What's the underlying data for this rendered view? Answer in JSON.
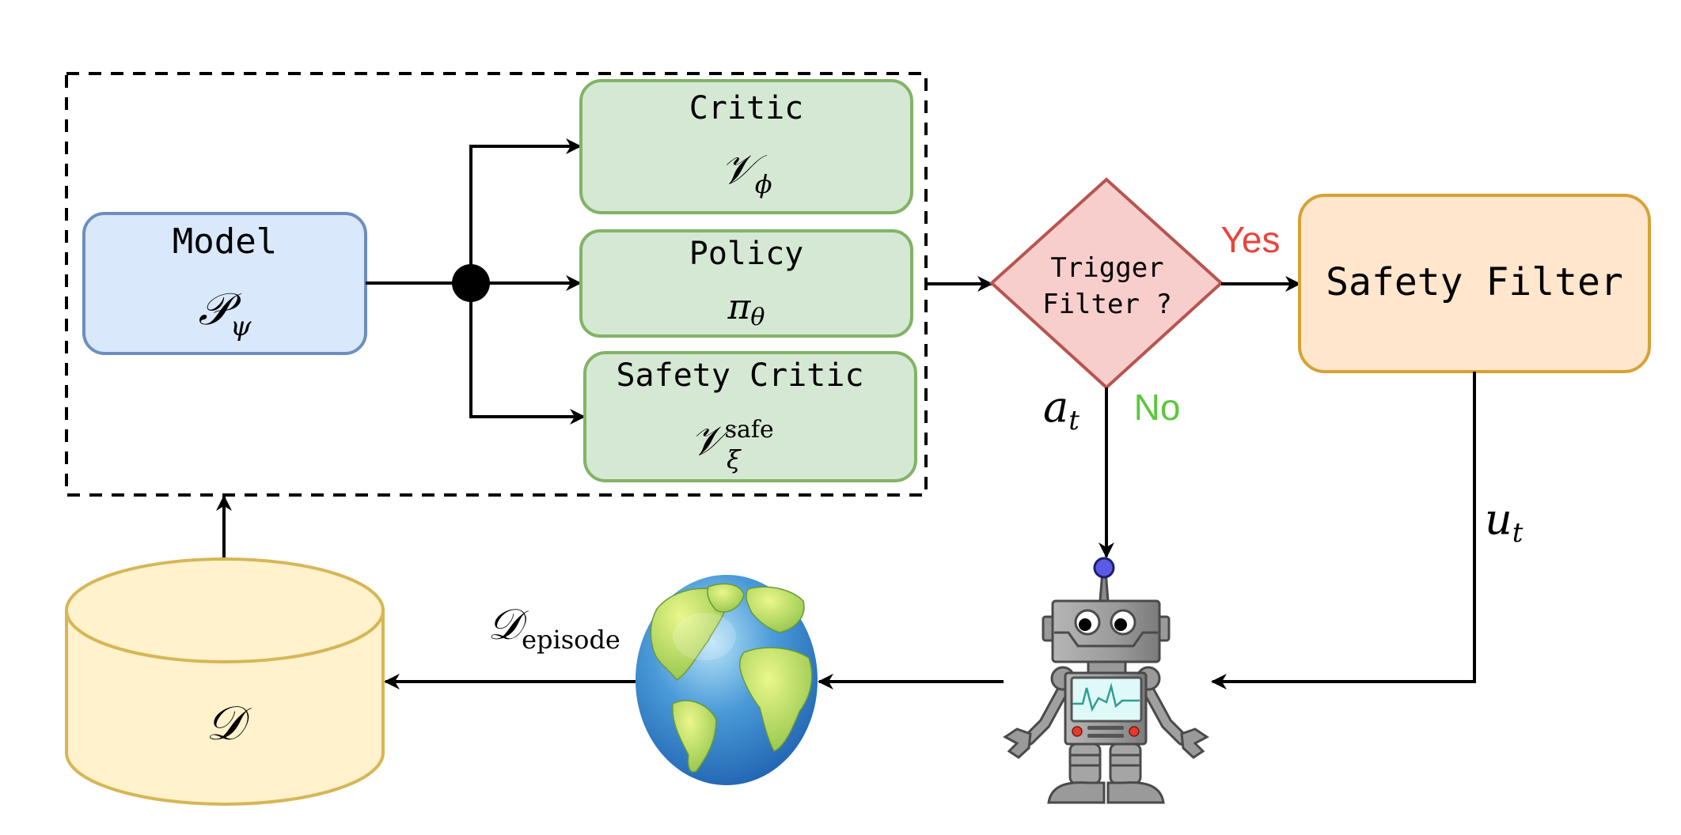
{
  "colors": {
    "model_fill": "#dae8fc",
    "model_stroke": "#6c8ebf",
    "green_fill": "#d5e8d4",
    "green_stroke": "#82b366",
    "diamond_fill": "#f8cecc",
    "diamond_stroke": "#b85450",
    "filter_fill": "#ffe6cc",
    "filter_stroke": "#d6a235",
    "db_fill": "#fff2cc",
    "db_stroke": "#d6b656",
    "yes_color": "#e8453c",
    "no_color": "#5bc83c"
  },
  "agent_group": {
    "model": {
      "title": "Model",
      "symbol": "𝒫",
      "subscript": "ψ"
    },
    "critic": {
      "title": "Critic",
      "symbol": "𝒱",
      "subscript": "ϕ"
    },
    "policy": {
      "title": "Policy",
      "symbol": "π",
      "subscript": "θ"
    },
    "safety_critic": {
      "title": "Safety Critic",
      "symbol": "𝒱",
      "subscript": "ξ",
      "superscript": "safe"
    }
  },
  "decision": {
    "line1": "Trigger",
    "line2": "Filter ?",
    "yes_label": "Yes",
    "no_label": "No"
  },
  "safety_filter": {
    "title": "Safety Filter"
  },
  "edges": {
    "action": {
      "symbol": "a",
      "subscript": "t"
    },
    "safe_action": {
      "symbol": "u",
      "subscript": "t"
    },
    "episode_data": {
      "symbol": "𝒟",
      "subscript": "episode"
    }
  },
  "dataset": {
    "symbol": "𝒟"
  },
  "icons": {
    "environment": "globe-icon",
    "agent": "robot-icon"
  }
}
